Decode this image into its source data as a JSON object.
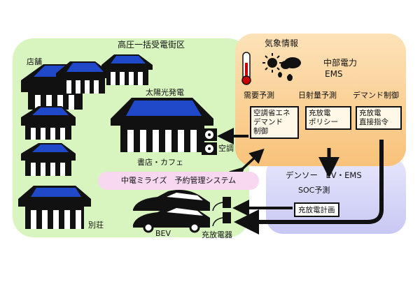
{
  "areas": {
    "district_title": "高圧一括受電街区",
    "chubu_line1": "中部電力",
    "chubu_line2": "EMS",
    "denso_title": "デンソー　EV・EMS",
    "soc_label": "SOC予測"
  },
  "buildings": {
    "store": "店舗",
    "solar": "太陽光発電",
    "bookstore": "書店・カフェ",
    "villa": "別荘",
    "aircon": "空調",
    "bev": "BEV",
    "charger": "充放電器"
  },
  "weather": {
    "label": "気象情報"
  },
  "forecasts": {
    "demand": "需要予測",
    "solar_radiation": "日射量予測",
    "demand_control": "デマンド制御"
  },
  "boxes": {
    "hvac_lines": [
      "空調省エネ",
      "デマンド",
      "制御"
    ],
    "policy_lines": [
      "充放電",
      "ポリシー"
    ],
    "direct_lines": [
      "充放電",
      "直接指令"
    ],
    "plan": "充放電計画"
  },
  "reservation": {
    "label": "中電ミライズ　予約管理システム"
  },
  "colors": {
    "district_bg": "#d8f5c0",
    "chubu_bg": "#fbd49a",
    "denso_bg": "#d6d6f8",
    "pill_bg": "#f8d8f0",
    "solar_panel": "#1f49c8",
    "ink": "#111111"
  }
}
